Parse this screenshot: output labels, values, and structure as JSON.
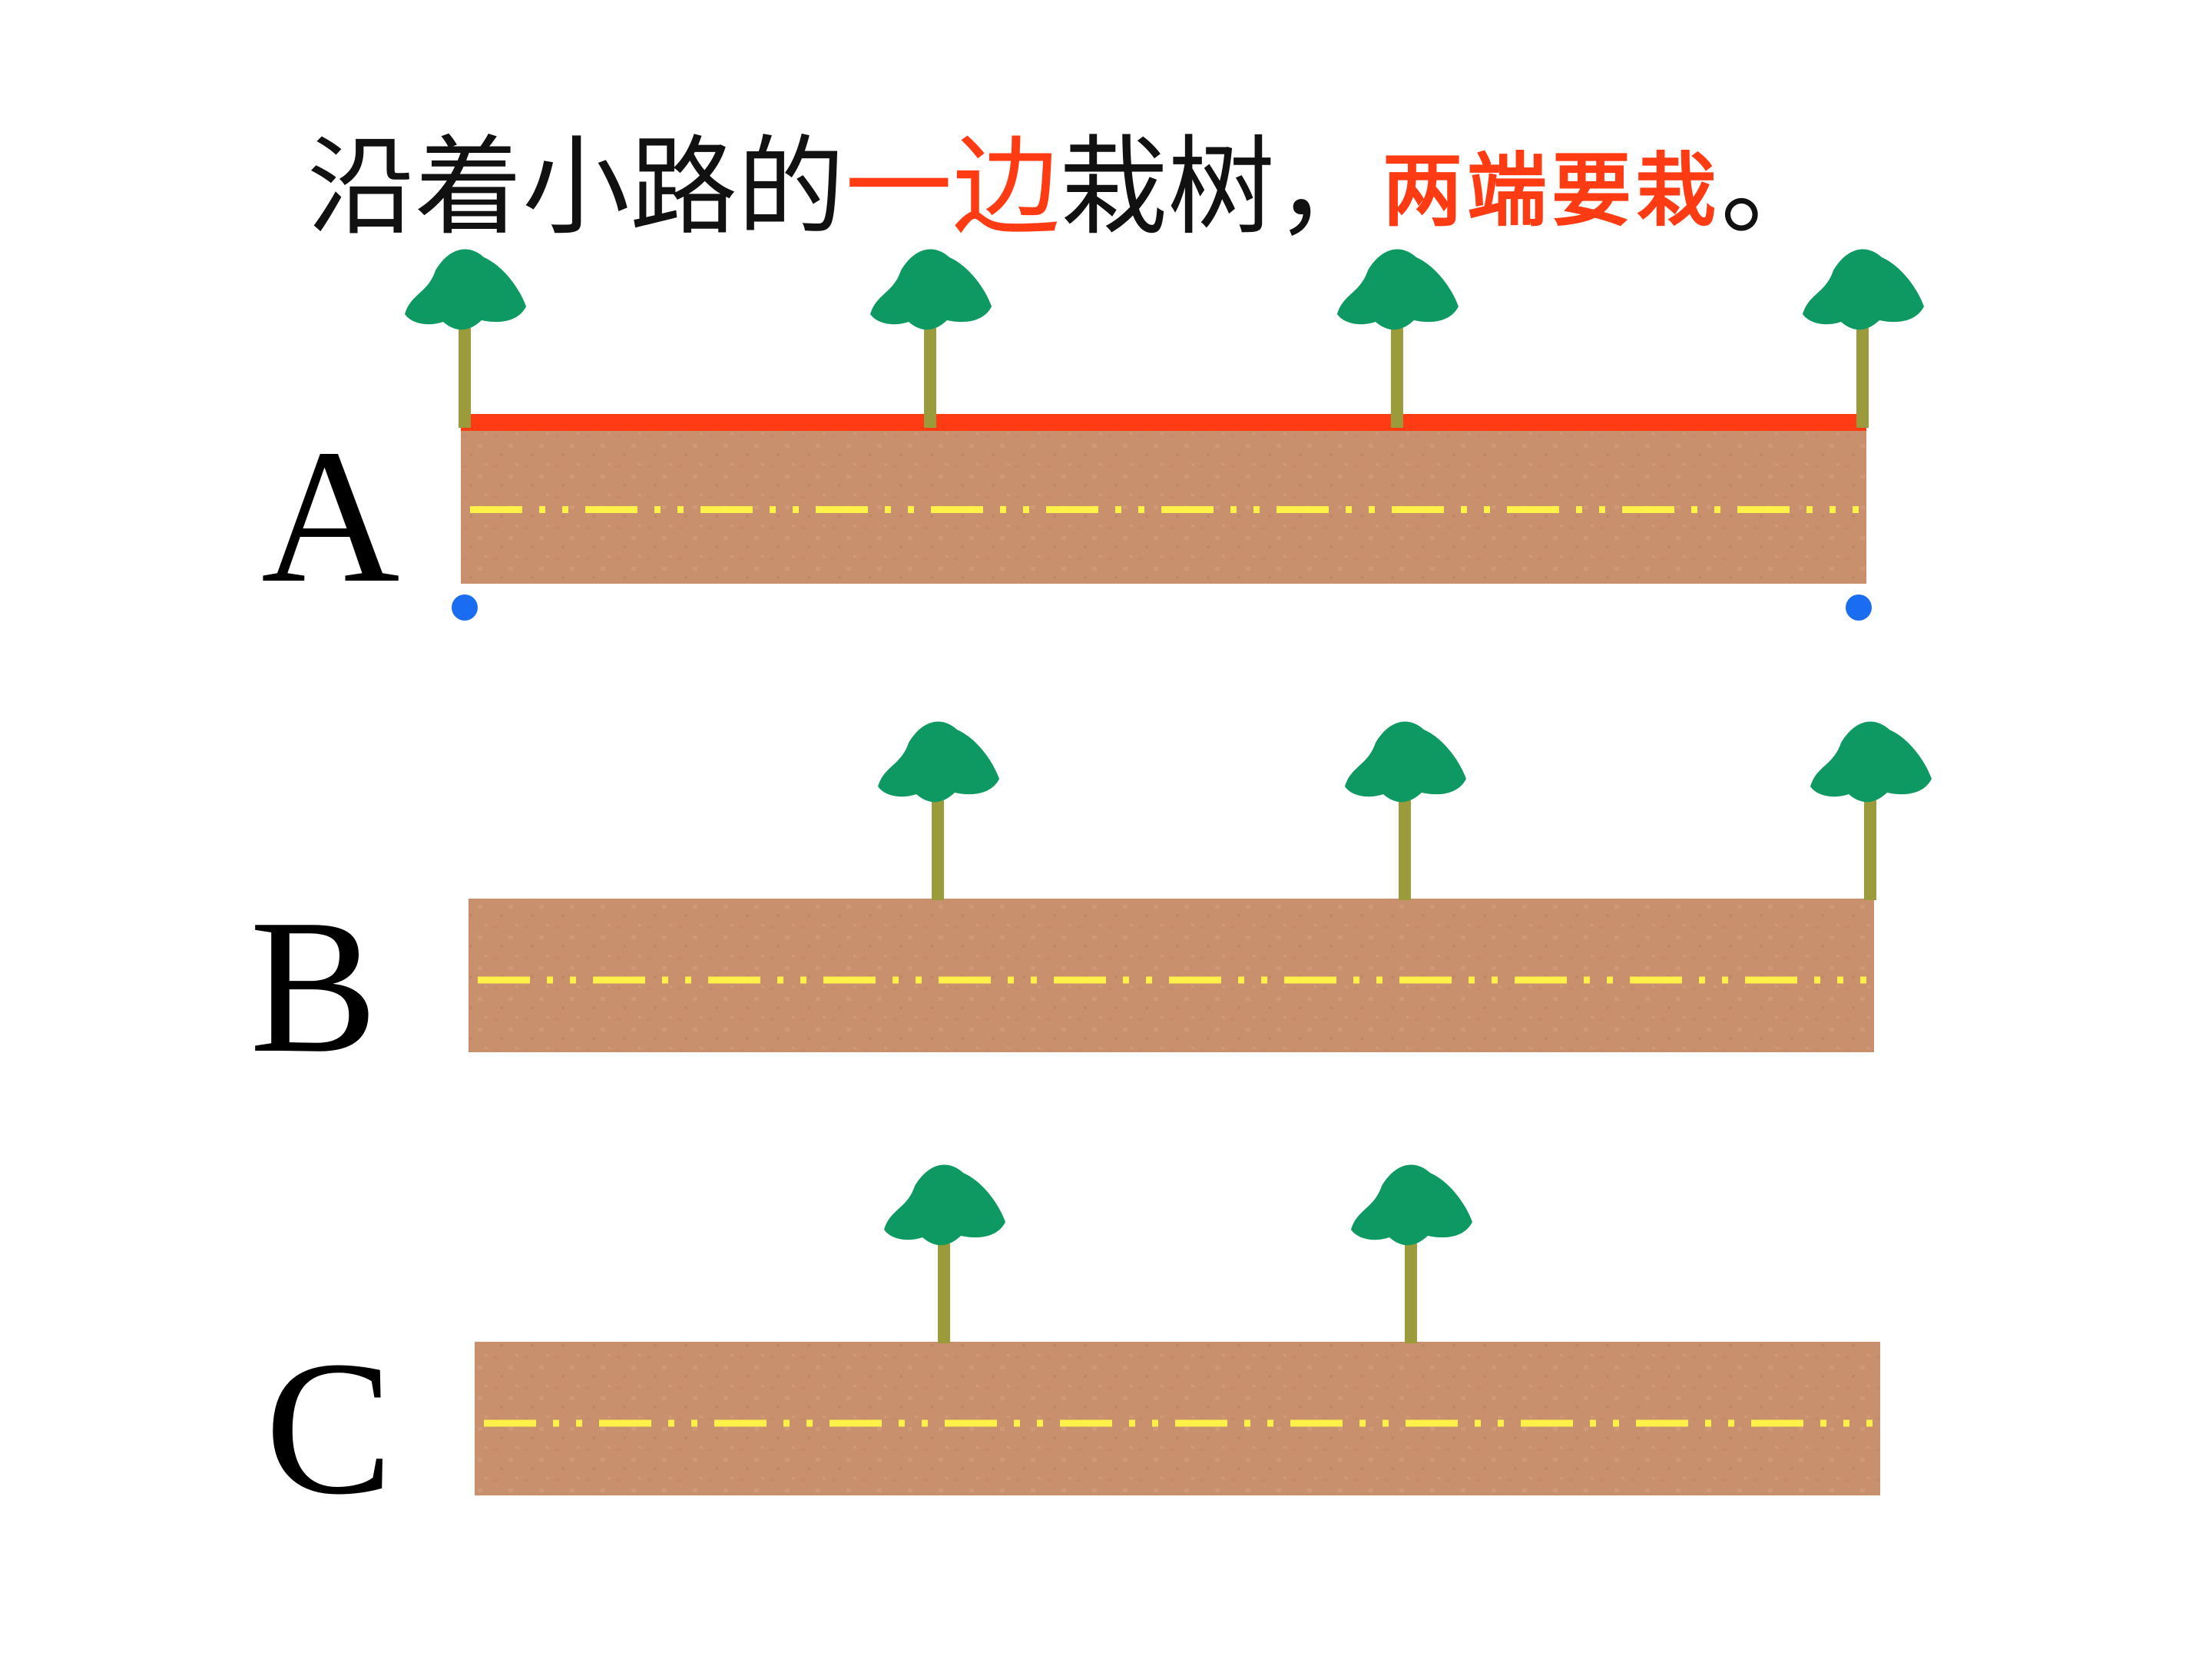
{
  "title": {
    "part1": "沿着小路的",
    "highlight": "一边",
    "part2": "栽树，",
    "emphasis": "两端要栽",
    "end": "。"
  },
  "colors": {
    "road": "#c9906e",
    "road_dash": "#fff04a",
    "edge_line": "#ff3b14",
    "endpoint": "#1a6cf0",
    "canopy": "#0e9963",
    "trunk": "#9c9b3c",
    "title_accent": "#ff3b14"
  },
  "rows": [
    {
      "label": "A",
      "trees_at": [
        0,
        0.333,
        0.667,
        1
      ],
      "edge_highlight": true,
      "endpoints_marked": true
    },
    {
      "label": "B",
      "trees_at": [
        0.333,
        0.667,
        1
      ],
      "edge_highlight": false,
      "endpoints_marked": false
    },
    {
      "label": "C",
      "trees_at": [
        0.333,
        0.667
      ],
      "edge_highlight": false,
      "endpoints_marked": false
    }
  ]
}
